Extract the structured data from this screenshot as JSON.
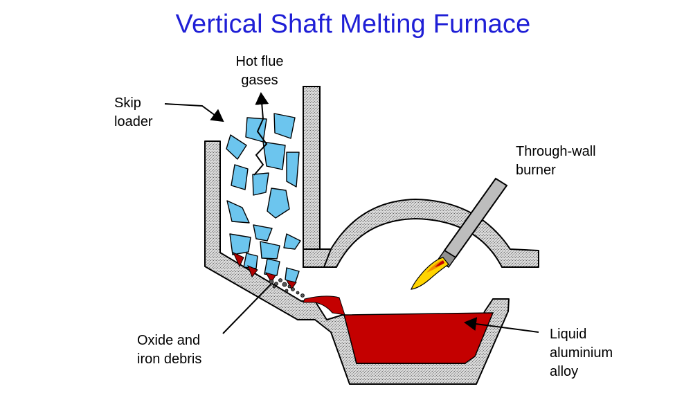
{
  "title": "Vertical Shaft Melting Furnace",
  "labels": {
    "hot_flue_gases": [
      "Hot flue",
      "gases"
    ],
    "skip_loader": [
      "Skip",
      "loader"
    ],
    "through_wall_burner": [
      "Through-wall",
      "burner"
    ],
    "oxide_iron_debris": [
      "Oxide and",
      "iron debris"
    ],
    "liquid_alloy": [
      "Liquid",
      "aluminium",
      "alloy"
    ]
  },
  "colors": {
    "title": "#1f1fd6",
    "refractory_fill": "#d0d0d0",
    "charge_pieces": "#6cc5ee",
    "molten_metal": "#c40000",
    "flame_outer": "#ffd400",
    "flame_inner": "#f08a00",
    "burner_tube": "#bdbdbd"
  }
}
